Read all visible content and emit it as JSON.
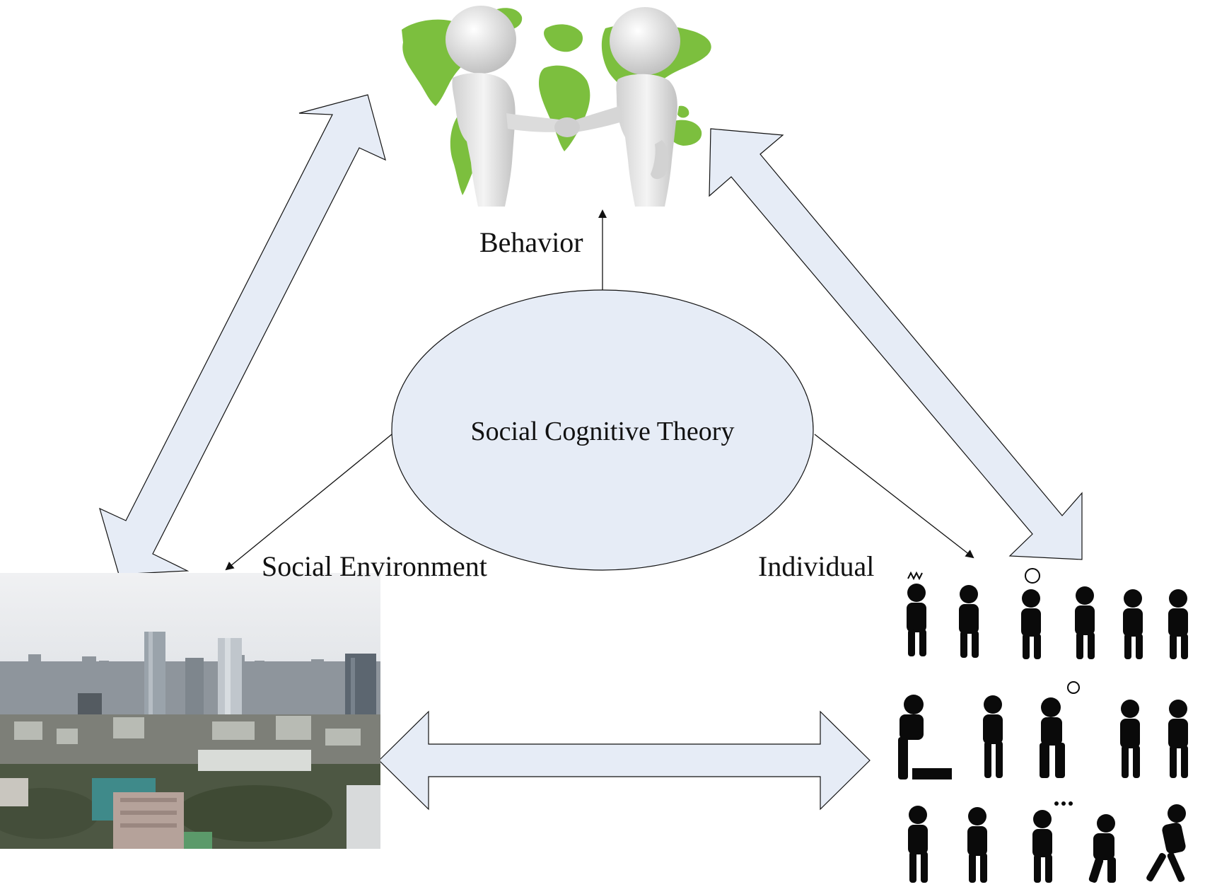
{
  "diagram": {
    "center_label": "Social Cognitive Theory",
    "behavior_label": "Behavior",
    "environment_label": "Social Environment",
    "individual_label": "Individual"
  },
  "colors": {
    "arrow_fill": "#e6ecf6",
    "ellipse_fill": "#e6ecf6",
    "stroke": "#111111",
    "map_green": "#7cbf3e",
    "figure_white": "#e8e8e8",
    "pictogram_black": "#0a0a0a"
  },
  "images": {
    "behavior": "handshake-over-world-map",
    "environment": "city-skyline-photo",
    "individual": "emotion-pictograms-grid"
  }
}
